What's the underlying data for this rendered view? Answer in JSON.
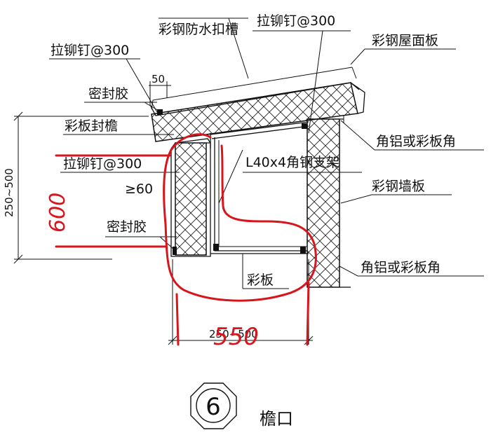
{
  "labels": {
    "gutter": "彩钢防水扣槽",
    "rivet_top_right": "拉铆钉@300",
    "rivet_top_left": "拉铆钉@300",
    "roof_panel": "彩钢屋面板",
    "spacing_50": "50",
    "sealant_top": "密封胶",
    "panel_eave": "彩板封檐",
    "corner_top": "角铝或彩板角",
    "rivet_mid": "拉铆钉@300",
    "angle_bracket": "L40x4角钢支架",
    "wall_panel": "彩钢墙板",
    "min_60": "≥60",
    "sealant_bottom": "密封胶",
    "corner_bottom": "角铝或彩板角",
    "color_panel": "彩板",
    "dim_vertical": "250~500",
    "dim_horizontal": "250~500",
    "detail_number": "6",
    "detail_title": "檐口"
  },
  "handwriting": {
    "vertical_note": "600",
    "horizontal_note": "550"
  },
  "colors": {
    "ink": "#111111",
    "red_markup": "#d8141c",
    "background": "#ffffff"
  }
}
